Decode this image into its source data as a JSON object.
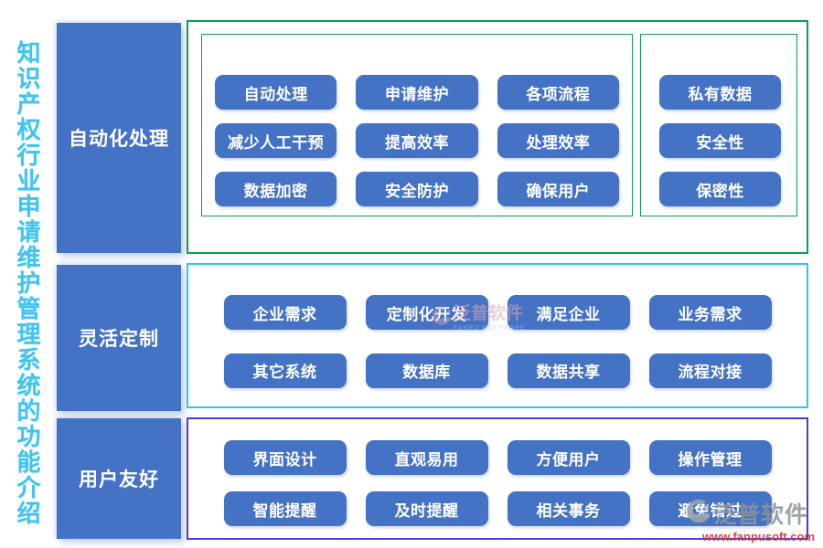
{
  "page": {
    "title_vertical": "知识产权行业申请维护管理系统的功能介绍"
  },
  "sections": [
    {
      "label": "自动化处理",
      "groups": [
        {
          "buttons": [
            "自动处理",
            "申请维护",
            "各项流程",
            "减少人工干预",
            "提高效率",
            "处理效率",
            "数据加密",
            "安全防护",
            "确保用户"
          ]
        },
        {
          "buttons": [
            "私有数据",
            "安全性",
            "保密性"
          ]
        }
      ]
    },
    {
      "label": "灵活定制",
      "buttons": [
        "企业需求",
        "定制化开发",
        "满足企业",
        "业务需求",
        "其它系统",
        "数据库",
        "数据共享",
        "流程对接"
      ]
    },
    {
      "label": "用户友好",
      "buttons": [
        "界面设计",
        "直观易用",
        "方便用户",
        "操作管理",
        "智能提醒",
        "及时提醒",
        "相关事务",
        "避免错过"
      ]
    }
  ],
  "watermarks": {
    "center": {
      "brand": "泛普软件",
      "brand_en": "FANPU SOFTWARE"
    },
    "bottom_right": {
      "brand": "泛普软件",
      "url": "www.fanpusoft.com"
    }
  },
  "colors": {
    "pill_blue": "#4472c4",
    "title_blue": "#41c4f1",
    "section1_border": "#0aa04c",
    "section2_border": "#2fc5ee",
    "section3_border": "#5537d8"
  }
}
